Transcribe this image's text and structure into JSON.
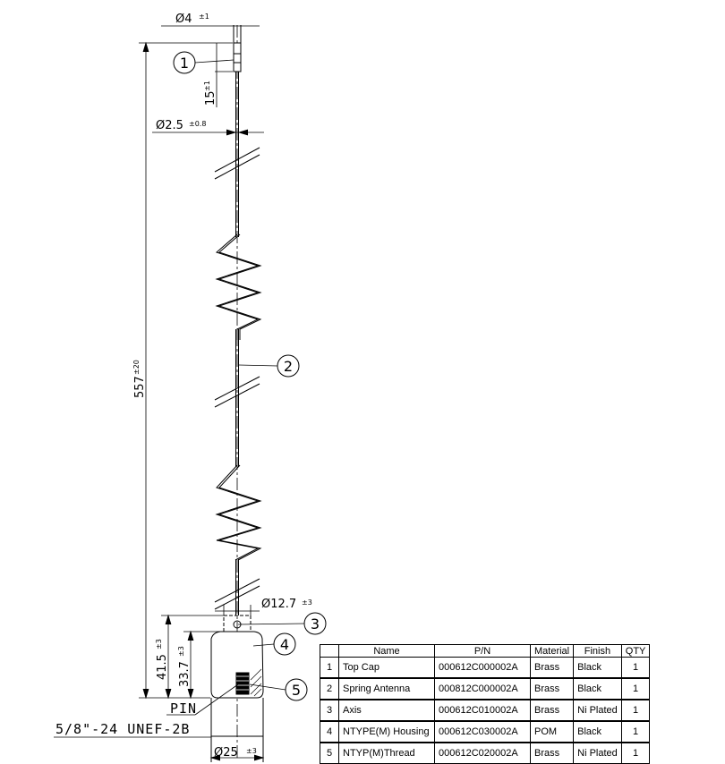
{
  "dimensions": {
    "tip_diameter": {
      "value": "Ø4",
      "tol": "±1"
    },
    "tip_length": {
      "value": "15",
      "tol": "±1"
    },
    "whip_diameter": {
      "value": "Ø2.5",
      "tol": "±0.8"
    },
    "overall_length": {
      "value": "557",
      "tol": "±20"
    },
    "base_top_diameter": {
      "value": "Ø12.7",
      "tol": "±3"
    },
    "base_height": {
      "value": "41.5",
      "tol": "±3"
    },
    "base_body_height": {
      "value": "33.7",
      "tol": "±3"
    },
    "base_diameter": {
      "value": "Ø25",
      "tol": "±3"
    }
  },
  "labels": {
    "pin": "PIN",
    "thread": "5/8\"-24 UNEF-2B"
  },
  "balloons": [
    "1",
    "2",
    "3",
    "4",
    "5"
  ],
  "bom": {
    "headers": [
      "",
      "Name",
      "P/N",
      "Material",
      "Finish",
      "QTY"
    ],
    "rows": [
      {
        "no": "1",
        "name": "Top Cap",
        "pn": "000612C000002A",
        "material": "Brass",
        "finish": "Black",
        "qty": "1"
      },
      {
        "no": "2",
        "name": "Spring Antenna",
        "pn": "000812C000002A",
        "material": "Brass",
        "finish": "Black",
        "qty": "1"
      },
      {
        "no": "3",
        "name": "Axis",
        "pn": "000612C010002A",
        "material": "Brass",
        "finish": "Ni Plated",
        "qty": "1"
      },
      {
        "no": "4",
        "name": "NTYPE(M) Housing",
        "pn": "000612C030002A",
        "material": "POM",
        "finish": "Black",
        "qty": "1"
      },
      {
        "no": "5",
        "name": "NTYP(M)Thread",
        "pn": "000612C020002A",
        "material": "Brass",
        "finish": "Ni Plated",
        "qty": "1"
      }
    ]
  }
}
